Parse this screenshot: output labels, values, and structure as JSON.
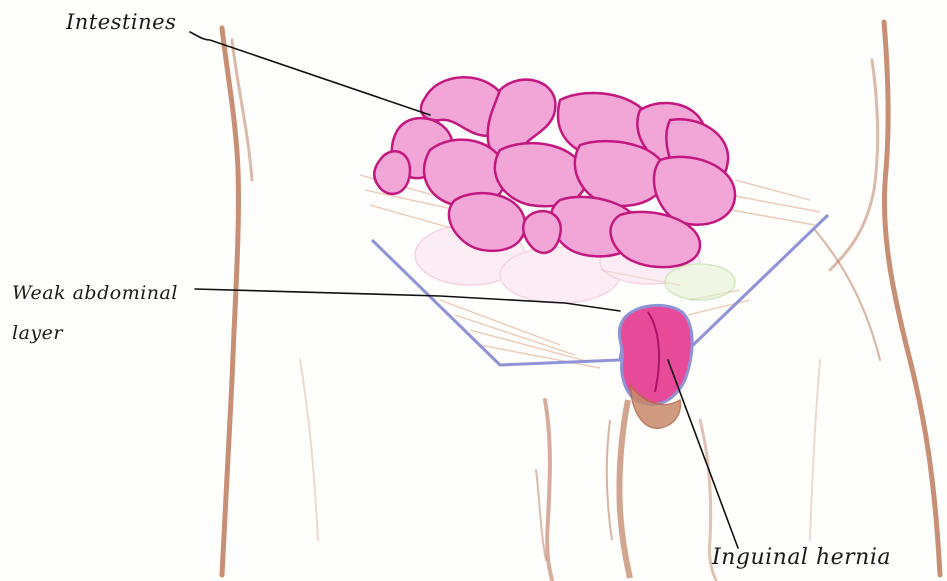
{
  "labels": {
    "intestines": "Intestines",
    "weak_layer_line1": "Weak abdominal",
    "weak_layer_line2": "layer",
    "inguinal_hernia": "Inguinal hernia"
  },
  "colors": {
    "skin_outline": "#b4694a",
    "intestine_fill": "#f2a6d8",
    "intestine_outline": "#c2187f",
    "abdominal_wall": "#8f93d6",
    "hernia_fill": "#e84a9a",
    "hernia_base": "#b4694a",
    "muscle_hatch": "#e7b39a",
    "leader_line": "#111111"
  }
}
